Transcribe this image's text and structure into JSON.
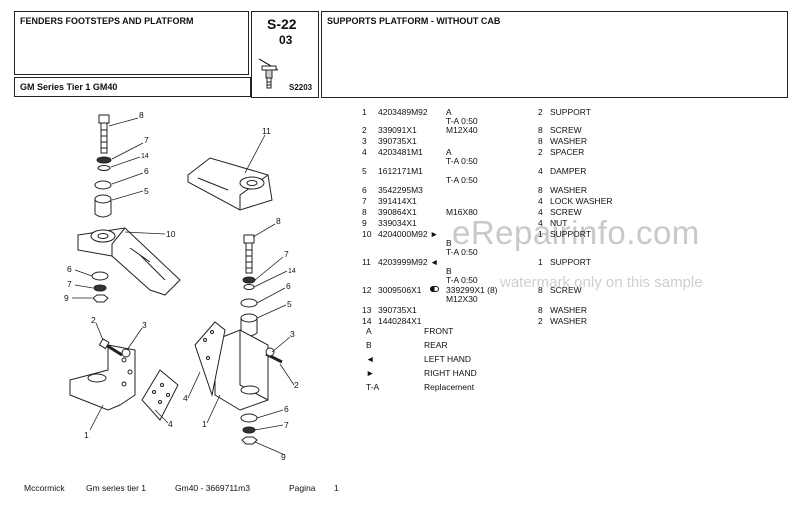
{
  "header": {
    "section_title": "FENDERS FOOTSTEPS AND PLATFORM",
    "page_code": "S-22",
    "page_sub": "03",
    "drawing_code": "S2203",
    "series": "GM Series Tier 1 GM40",
    "group_title": "SUPPORTS PLATFORM - WITHOUT CAB"
  },
  "parts": [
    {
      "pos": "1",
      "ref": "4203489M92",
      "a": "A",
      "b": "T-A 0:50",
      "qty": "2",
      "desc": "SUPPORT"
    },
    {
      "pos": "2",
      "ref": "339091X1",
      "a": "M12X40",
      "b": "",
      "qty": "8",
      "desc": "SCREW"
    },
    {
      "pos": "3",
      "ref": "390735X1",
      "a": "",
      "b": "",
      "qty": "8",
      "desc": "WASHER"
    },
    {
      "pos": "4",
      "ref": "4203481M1",
      "a": "A",
      "b": "T-A 0:50",
      "qty": "2",
      "desc": "SPACER"
    },
    {
      "pos": "5",
      "ref": "1612171M1",
      "a": "T-A 0:50",
      "b": "",
      "qty": "4",
      "desc": "DAMPER"
    },
    {
      "pos": "6",
      "ref": "3542295M3",
      "a": "",
      "b": "",
      "qty": "8",
      "desc": "WASHER"
    },
    {
      "pos": "7",
      "ref": "391414X1",
      "a": "",
      "b": "",
      "qty": "4",
      "desc": "LOCK WASHER"
    },
    {
      "pos": "8",
      "ref": "390864X1",
      "a": "M16X80",
      "b": "",
      "qty": "4",
      "desc": "SCREW"
    },
    {
      "pos": "9",
      "ref": "339034X1",
      "a": "",
      "b": "",
      "qty": "4",
      "desc": "NUT"
    },
    {
      "pos": "10",
      "ref": "4204000M92 ►",
      "a": "B",
      "b": "T-A 0:50",
      "qty": "1",
      "desc": "SUPPORT"
    },
    {
      "pos": "11",
      "ref": "4203999M92 ◄",
      "a": "B",
      "b": "T-A 0:50",
      "qty": "1",
      "desc": "SUPPORT"
    },
    {
      "pos": "12",
      "ref": "3009506X1",
      "a": "339299X1 (8)",
      "b": "M12X30",
      "qty": "8",
      "desc": "SCREW"
    },
    {
      "pos": "13",
      "ref": "390735X1",
      "a": "",
      "b": "",
      "qty": "8",
      "desc": "WASHER"
    },
    {
      "pos": "14",
      "ref": "1440284X1",
      "a": "",
      "b": "",
      "qty": "2",
      "desc": "WASHER"
    }
  ],
  "legend": [
    {
      "code": "A",
      "text": "FRONT"
    },
    {
      "code": "B",
      "text": "REAR"
    },
    {
      "code": "◄",
      "text": "LEFT HAND"
    },
    {
      "code": "►",
      "text": "RIGHT HAND"
    },
    {
      "code": "T-A",
      "text": "Replacement"
    }
  ],
  "watermark": {
    "main": "eRepairinfo.com",
    "sub": "watermark only on this sample"
  },
  "footer": {
    "brand": "Mccormick",
    "series": "Gm series tier 1",
    "model": "Gm40 - 3669711m3",
    "page_label": "Pagina",
    "page_num": "1"
  },
  "callouts": [
    "1",
    "2",
    "3",
    "4",
    "5",
    "6",
    "7",
    "8",
    "9",
    "10",
    "11",
    "14"
  ]
}
